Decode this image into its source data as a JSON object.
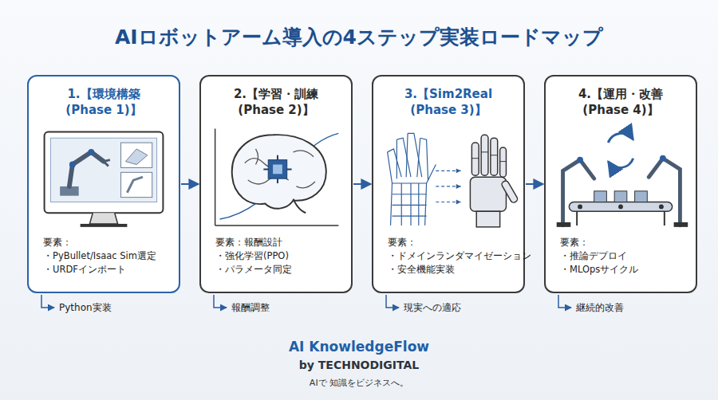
{
  "diagram": {
    "title": "AIロボットアーム導入の4ステップ実装ロードマップ",
    "nodes": [
      {
        "text": [
          "1.【環境構築 (Phase 1)】",
          "要素：",
          "・PyBullet/Isaac Sim選定",
          "・URDFインポート"
        ]
      },
      {
        "text": [
          "2.【学習・訓練 (Phase 2)】",
          "要素：報酬設計",
          "・強化学習(PPO)",
          "・パラメータ同定"
        ]
      },
      {
        "text": [
          "3.【Sim2Real (Phase 3)】",
          "要素：",
          "・ドメインランダマイゼーション",
          "・安全機能実装"
        ]
      },
      {
        "text": [
          "4.【運用・改善 (Phase 4)】",
          "要素：",
          "・推論デプロイ",
          "・MLOpsサイクル"
        ]
      }
    ],
    "edges": [
      {
        "from": 0,
        "to": 1,
        "arrow": "to"
      },
      {
        "from": 1,
        "to": 2,
        "arrow": "to"
      },
      {
        "from": 2,
        "to": 3,
        "arrow": "to"
      }
    ],
    "labels": [
      "Python実装",
      "報酬調整",
      "現実への適応",
      "継続的改善",
      "AI KnowledgeFlow",
      "by TECHNODIGITAL",
      "AIで 知識をビジネスへ。"
    ]
  }
}
